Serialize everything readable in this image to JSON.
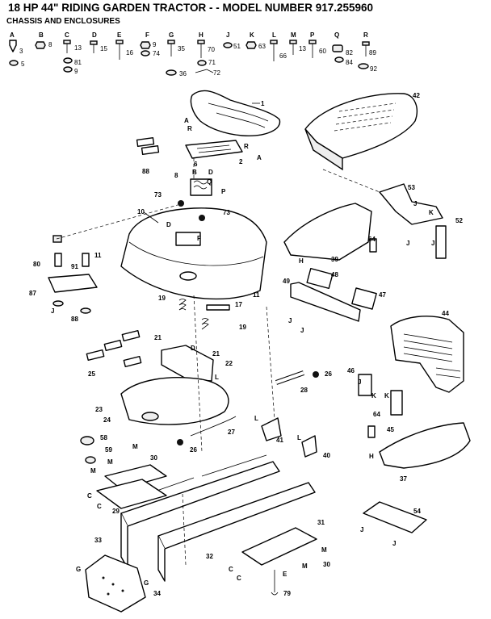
{
  "title": "18 HP 44\" RIDING GARDEN TRACTOR - - MODEL NUMBER 917.255960",
  "subtitle": "CHASSIS AND ENCLOSURES",
  "hardware": [
    {
      "letter": "A",
      "nums": [
        "3",
        "5"
      ]
    },
    {
      "letter": "B",
      "nums": [
        "8"
      ]
    },
    {
      "letter": "C",
      "nums": [
        "13",
        "81",
        "9"
      ]
    },
    {
      "letter": "D",
      "nums": [
        "15"
      ]
    },
    {
      "letter": "E",
      "nums": [
        "16"
      ]
    },
    {
      "letter": "F",
      "nums": [
        "9",
        "74"
      ]
    },
    {
      "letter": "G",
      "nums": [
        "35",
        "36"
      ]
    },
    {
      "letter": "H",
      "nums": [
        "70",
        "71",
        "72"
      ]
    },
    {
      "letter": "J",
      "nums": [
        "51"
      ]
    },
    {
      "letter": "K",
      "nums": [
        "63"
      ]
    },
    {
      "letter": "L",
      "nums": [
        "66"
      ]
    },
    {
      "letter": "M",
      "nums": [
        "13"
      ]
    },
    {
      "letter": "P",
      "nums": [
        "60"
      ]
    },
    {
      "letter": "Q",
      "nums": [
        "82",
        "84"
      ]
    },
    {
      "letter": "R",
      "nums": [
        "89",
        "92"
      ]
    }
  ],
  "labels": {
    "n1": "1",
    "n2": "2",
    "n6": "6",
    "n8": "8",
    "n10": "10",
    "n11a": "11",
    "n11b": "11",
    "n17": "17",
    "n19a": "19",
    "n19b": "19",
    "n21a": "21",
    "n21b": "21",
    "n22": "22",
    "n23": "23",
    "n24": "24",
    "n25": "25",
    "n26a": "26",
    "n26b": "26",
    "n27": "27",
    "n28": "28",
    "n29": "29",
    "n30a": "30",
    "n30b": "30",
    "n31": "31",
    "n32": "32",
    "n33": "33",
    "n34": "34",
    "n37": "37",
    "n39": "39",
    "n40": "40",
    "n41": "41",
    "n42": "42",
    "n44": "44",
    "n45": "45",
    "n46": "46",
    "n47": "47",
    "n48": "48",
    "n49": "49",
    "n52": "52",
    "n53": "53",
    "n54": "54",
    "n58": "58",
    "n59": "59",
    "n64a": "64",
    "n64b": "64",
    "n73a": "73",
    "n73b": "73",
    "n79": "79",
    "n80": "80",
    "n87": "87",
    "n88a": "88",
    "n88b": "88",
    "n91": "91"
  },
  "letters": {
    "A": "A",
    "B": "B",
    "C": "C",
    "D": "D",
    "E": "E",
    "F": "F",
    "G": "G",
    "H": "H",
    "J": "J",
    "K": "K",
    "L": "L",
    "M": "M",
    "P": "P",
    "Q": "Q",
    "R": "R"
  }
}
